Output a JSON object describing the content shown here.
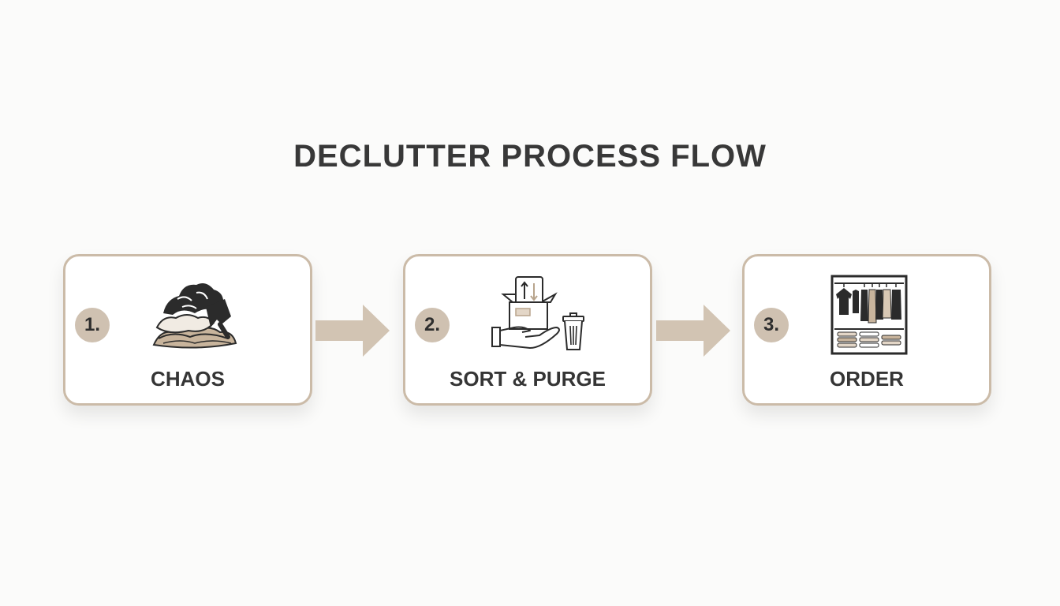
{
  "title": "DECLUTTER PROCESS FLOW",
  "colors": {
    "accent": "#cbbba8",
    "badge": "#cfc1b1",
    "text": "#333333",
    "icon_dark": "#2b2b2b",
    "icon_tan": "#b8a48c"
  },
  "steps": [
    {
      "number": "1.",
      "label": "CHAOS",
      "icon": "clothes-pile-icon"
    },
    {
      "number": "2.",
      "label": "SORT & PURGE",
      "icon": "box-hand-trash-icon"
    },
    {
      "number": "3.",
      "label": "ORDER",
      "icon": "wardrobe-rack-icon"
    }
  ]
}
